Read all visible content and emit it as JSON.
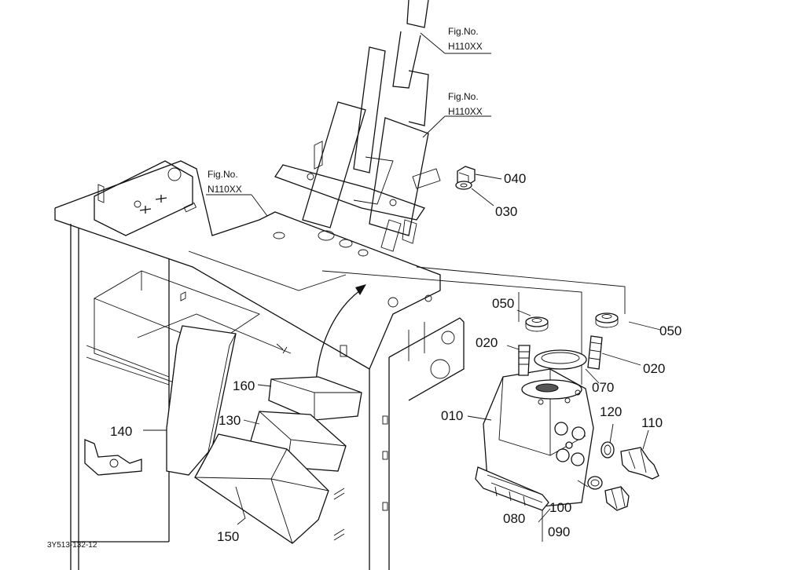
{
  "figure_refs": [
    {
      "title": "Fig.No.",
      "code": "H110XX"
    },
    {
      "title": "Fig.No.",
      "code": "H110XX"
    },
    {
      "title": "Fig.No.",
      "code": "N110XX"
    }
  ],
  "part_labels": {
    "p010": "010",
    "p020_left": "020",
    "p020_right": "020",
    "p030": "030",
    "p040": "040",
    "p050_left": "050",
    "p050_right": "050",
    "p070": "070",
    "p080": "080",
    "p090": "090",
    "p100": "100",
    "p110": "110",
    "p120": "120",
    "p130": "130",
    "p140": "140",
    "p150": "150",
    "p160": "160"
  },
  "drawing_code": "3Y513-132-12"
}
